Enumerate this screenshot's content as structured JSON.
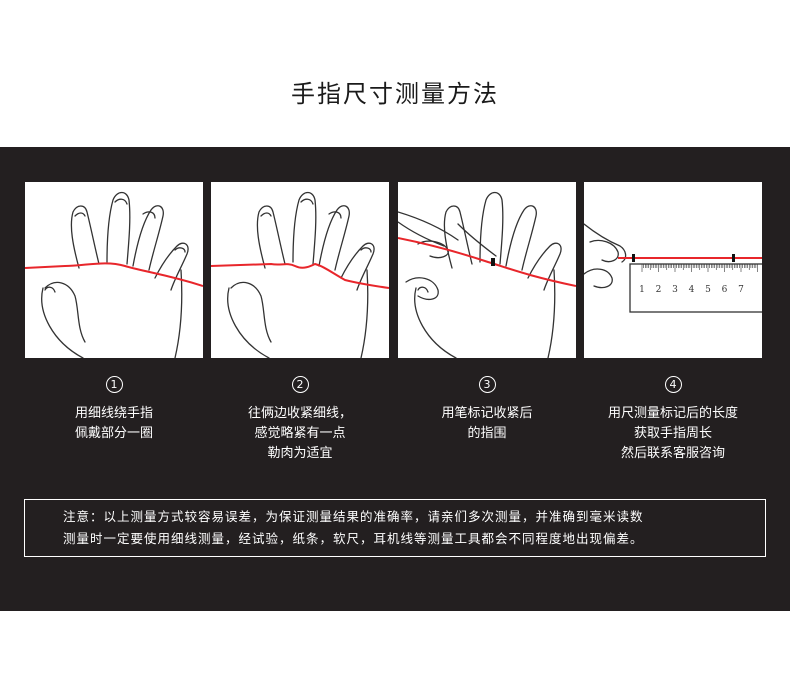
{
  "title": "手指尺寸测量方法",
  "steps": [
    {
      "number": "1",
      "lines": [
        "用细线绕手指",
        "佩戴部分一圈"
      ]
    },
    {
      "number": "2",
      "lines": [
        "往俩边收紧细线，",
        "感觉略紧有一点",
        "勒肉为适宜"
      ]
    },
    {
      "number": "3",
      "lines": [
        "用笔标记收紧后",
        "的指围"
      ]
    },
    {
      "number": "4",
      "lines": [
        "用尺测量标记后的长度",
        "获取手指周长",
        "然后联系客服咨询"
      ]
    }
  ],
  "ruler_ticks": [
    "1",
    "2",
    "3",
    "4",
    "5",
    "6",
    "7"
  ],
  "note": {
    "lines": [
      "注意：以上测量方式较容易误差，为保证测量结果的准确率，请亲们多次测量，并准确到毫米读数",
      "测量时一定要使用细线测量，经试验，纸条，软尺，耳机线等测量工具都会不同程度地出现偏差。"
    ]
  },
  "colors": {
    "panel": "#231f20",
    "thread": "#e8262b",
    "text": "#ffffff"
  }
}
